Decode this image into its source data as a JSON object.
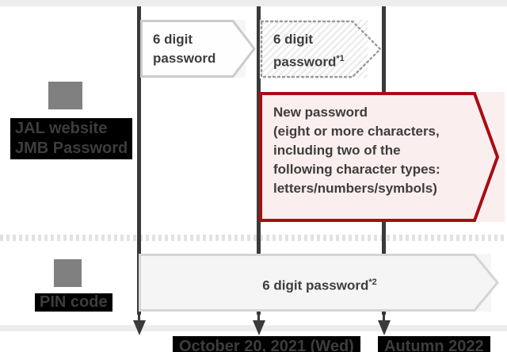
{
  "rows": {
    "web": {
      "label": "JAL website\nJMB Password",
      "icon": "gray-square-image-placeholder"
    },
    "pin": {
      "label": "PIN code",
      "icon": "gray-square-image-placeholder"
    }
  },
  "arrows": {
    "web_old": {
      "text": "6 digit\npassword"
    },
    "web_transition": {
      "text": "6 digit\npassword",
      "footnote": "*1"
    },
    "web_new": {
      "text": "New password\n (eight or more characters,\nincluding two of the\nfollowing character types:\nletters/numbers/symbols)"
    },
    "pin_current": {
      "text": "6 digit password",
      "footnote": "*2"
    }
  },
  "timeline": {
    "milestone1": "October 20, 2021 (Wed)",
    "milestone2": "Autumn 2022"
  },
  "colors": {
    "accent_red": "#a60d12",
    "accent_red_bg": "#faeeee",
    "milestone_line": "#3a3a3a",
    "label_bg": "#000000",
    "text": "#3d3d3d",
    "icon_gray": "#808080",
    "bar_gray": "#ededed"
  }
}
